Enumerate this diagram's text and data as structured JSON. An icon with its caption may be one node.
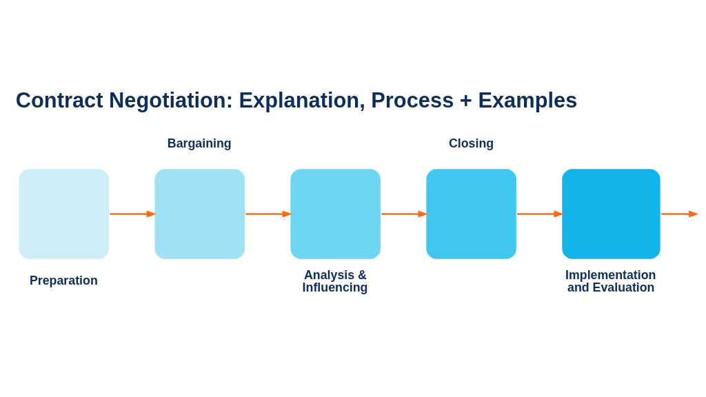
{
  "diagram": {
    "title": "Contract Negotiation: Explanation, Process + Examples",
    "nodes": [
      {
        "text": [],
        "shape": "box",
        "beside": [
          "Preparation"
        ]
      },
      {
        "text": [],
        "shape": "box",
        "beside": [
          "Bargaining"
        ]
      },
      {
        "text": [],
        "shape": "box",
        "beside": [
          "Analysis & Influencing"
        ]
      },
      {
        "text": [],
        "shape": "box",
        "beside": [
          "Closing"
        ]
      },
      {
        "text": [],
        "shape": "box",
        "beside": [
          "Implementation and Evaluation"
        ]
      }
    ],
    "edges": [
      {
        "from": 0,
        "to": 1,
        "arrow": "to"
      },
      {
        "from": 1,
        "to": 2,
        "arrow": "to"
      },
      {
        "from": 2,
        "to": 3,
        "arrow": "to"
      },
      {
        "from": 3,
        "to": 4,
        "arrow": "to"
      },
      {
        "from": 4,
        "to": null,
        "arrow": "to"
      }
    ]
  }
}
